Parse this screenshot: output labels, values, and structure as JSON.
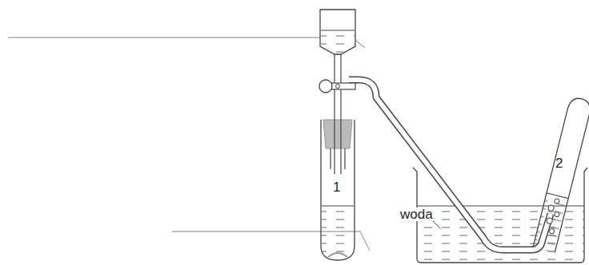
{
  "diagram": {
    "labels": [
      "1",
      "woda",
      "2"
    ]
  }
}
